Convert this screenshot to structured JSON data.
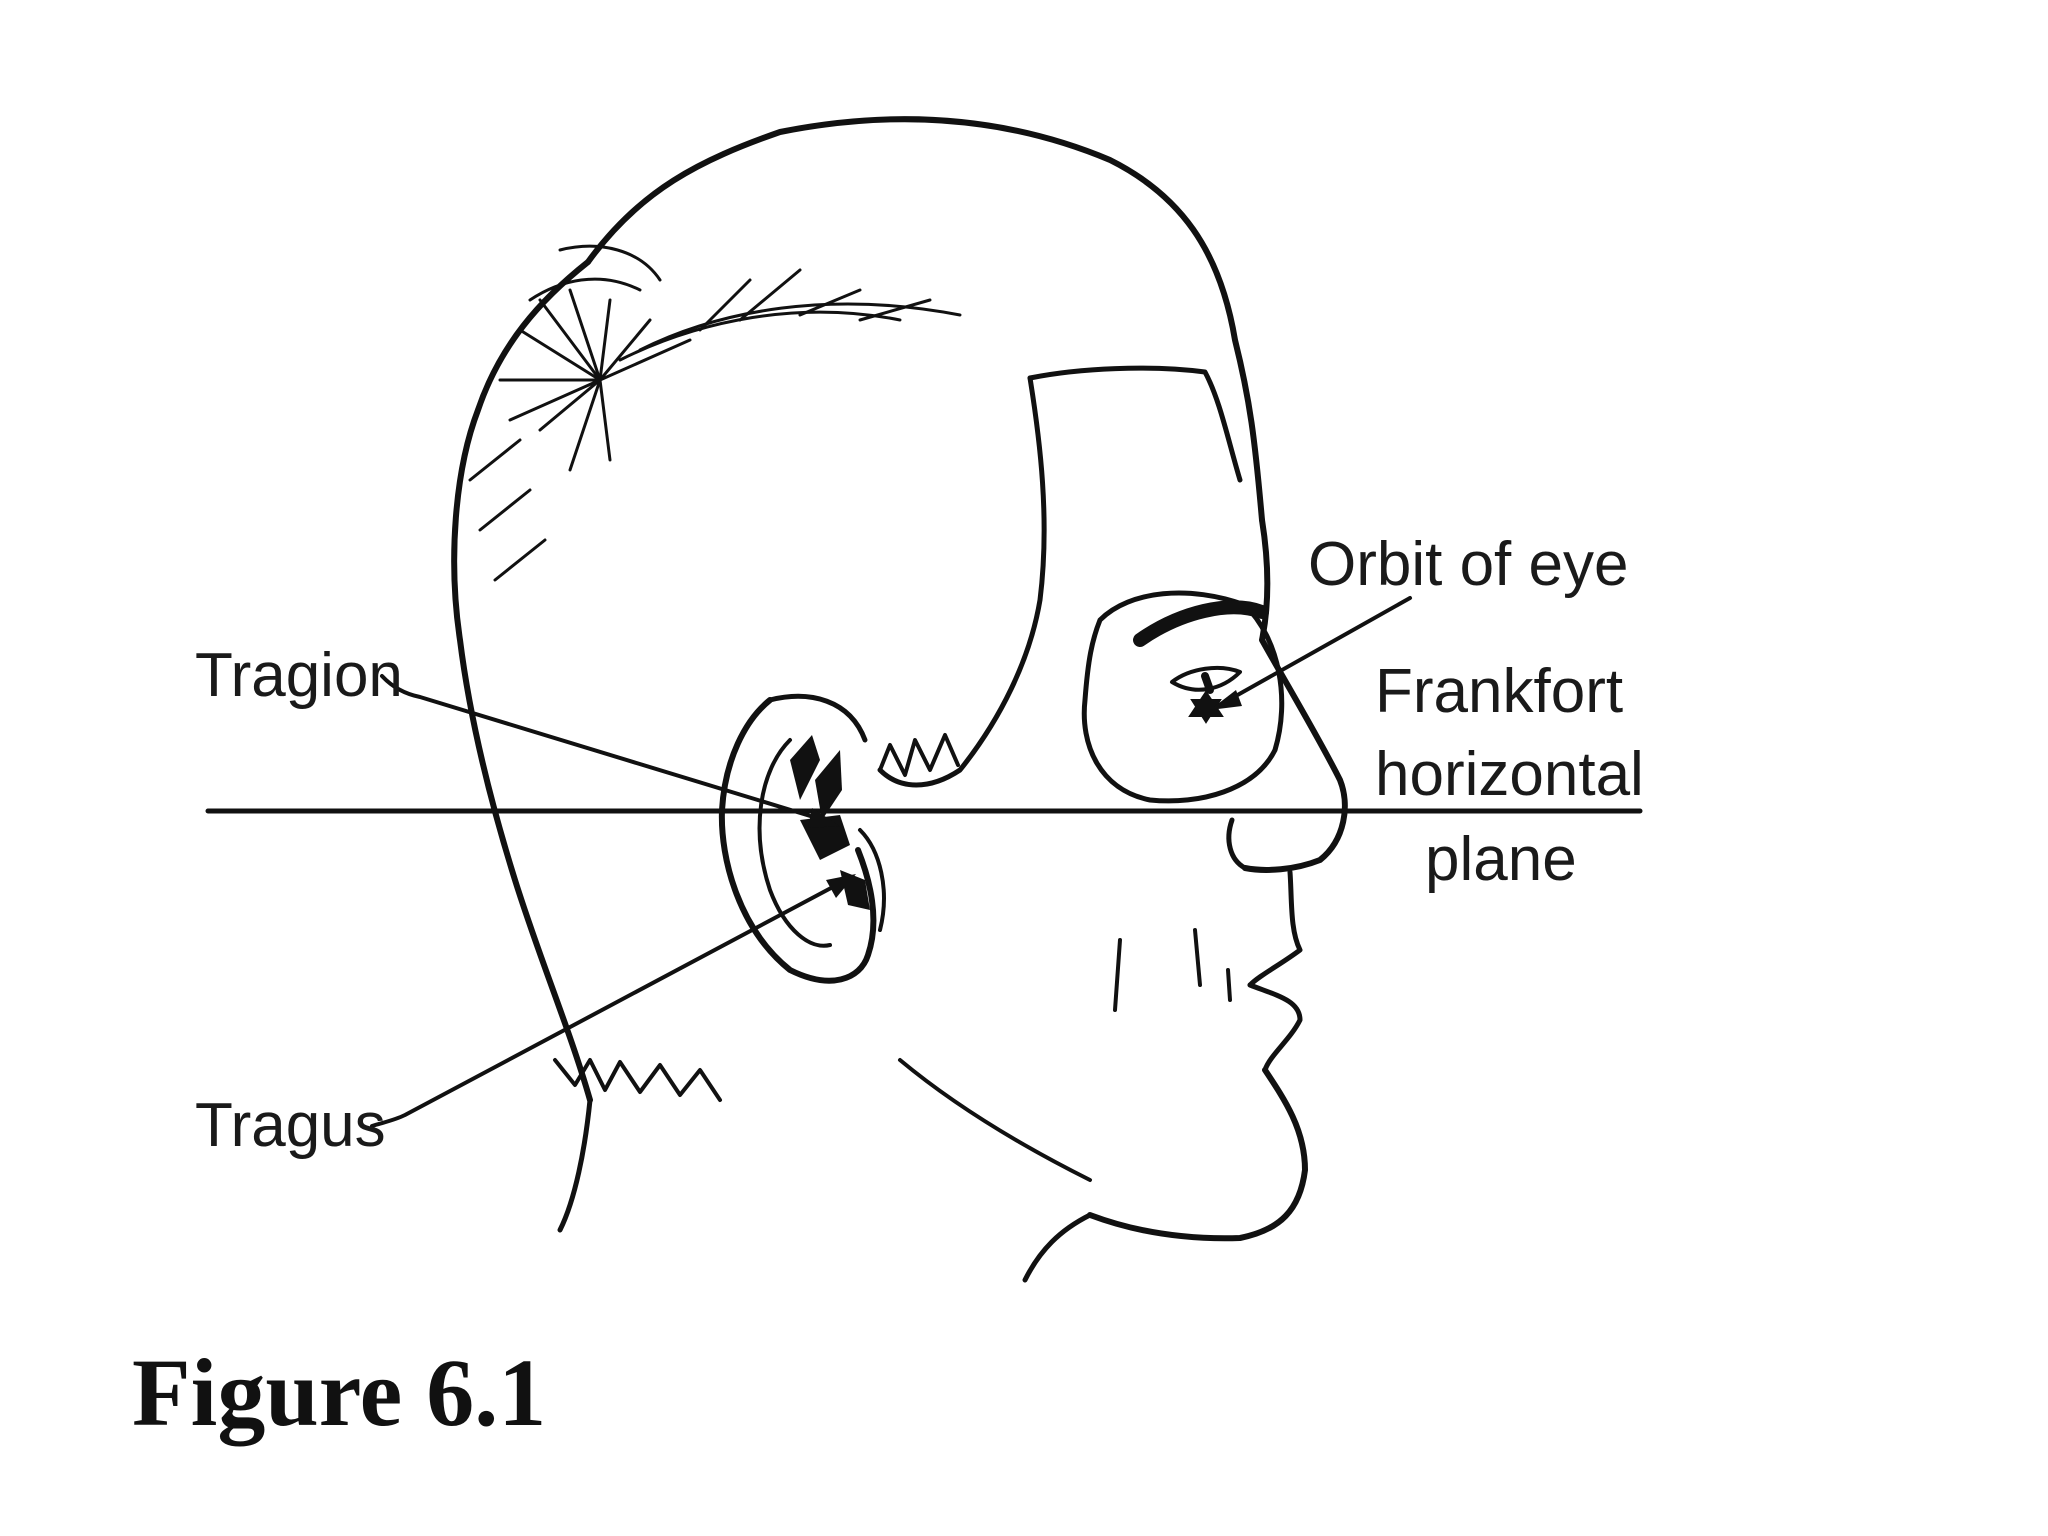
{
  "labels": {
    "tragion": "Tragion",
    "tragus": "Tragus",
    "orbit": "Orbit of eye",
    "frankfort_line1": "Frankfort",
    "frankfort_line2": "horizontal",
    "frankfort_line3": "plane"
  },
  "caption": "Figure 6.1",
  "colors": {
    "ink": "#111111",
    "background": "#ffffff"
  }
}
